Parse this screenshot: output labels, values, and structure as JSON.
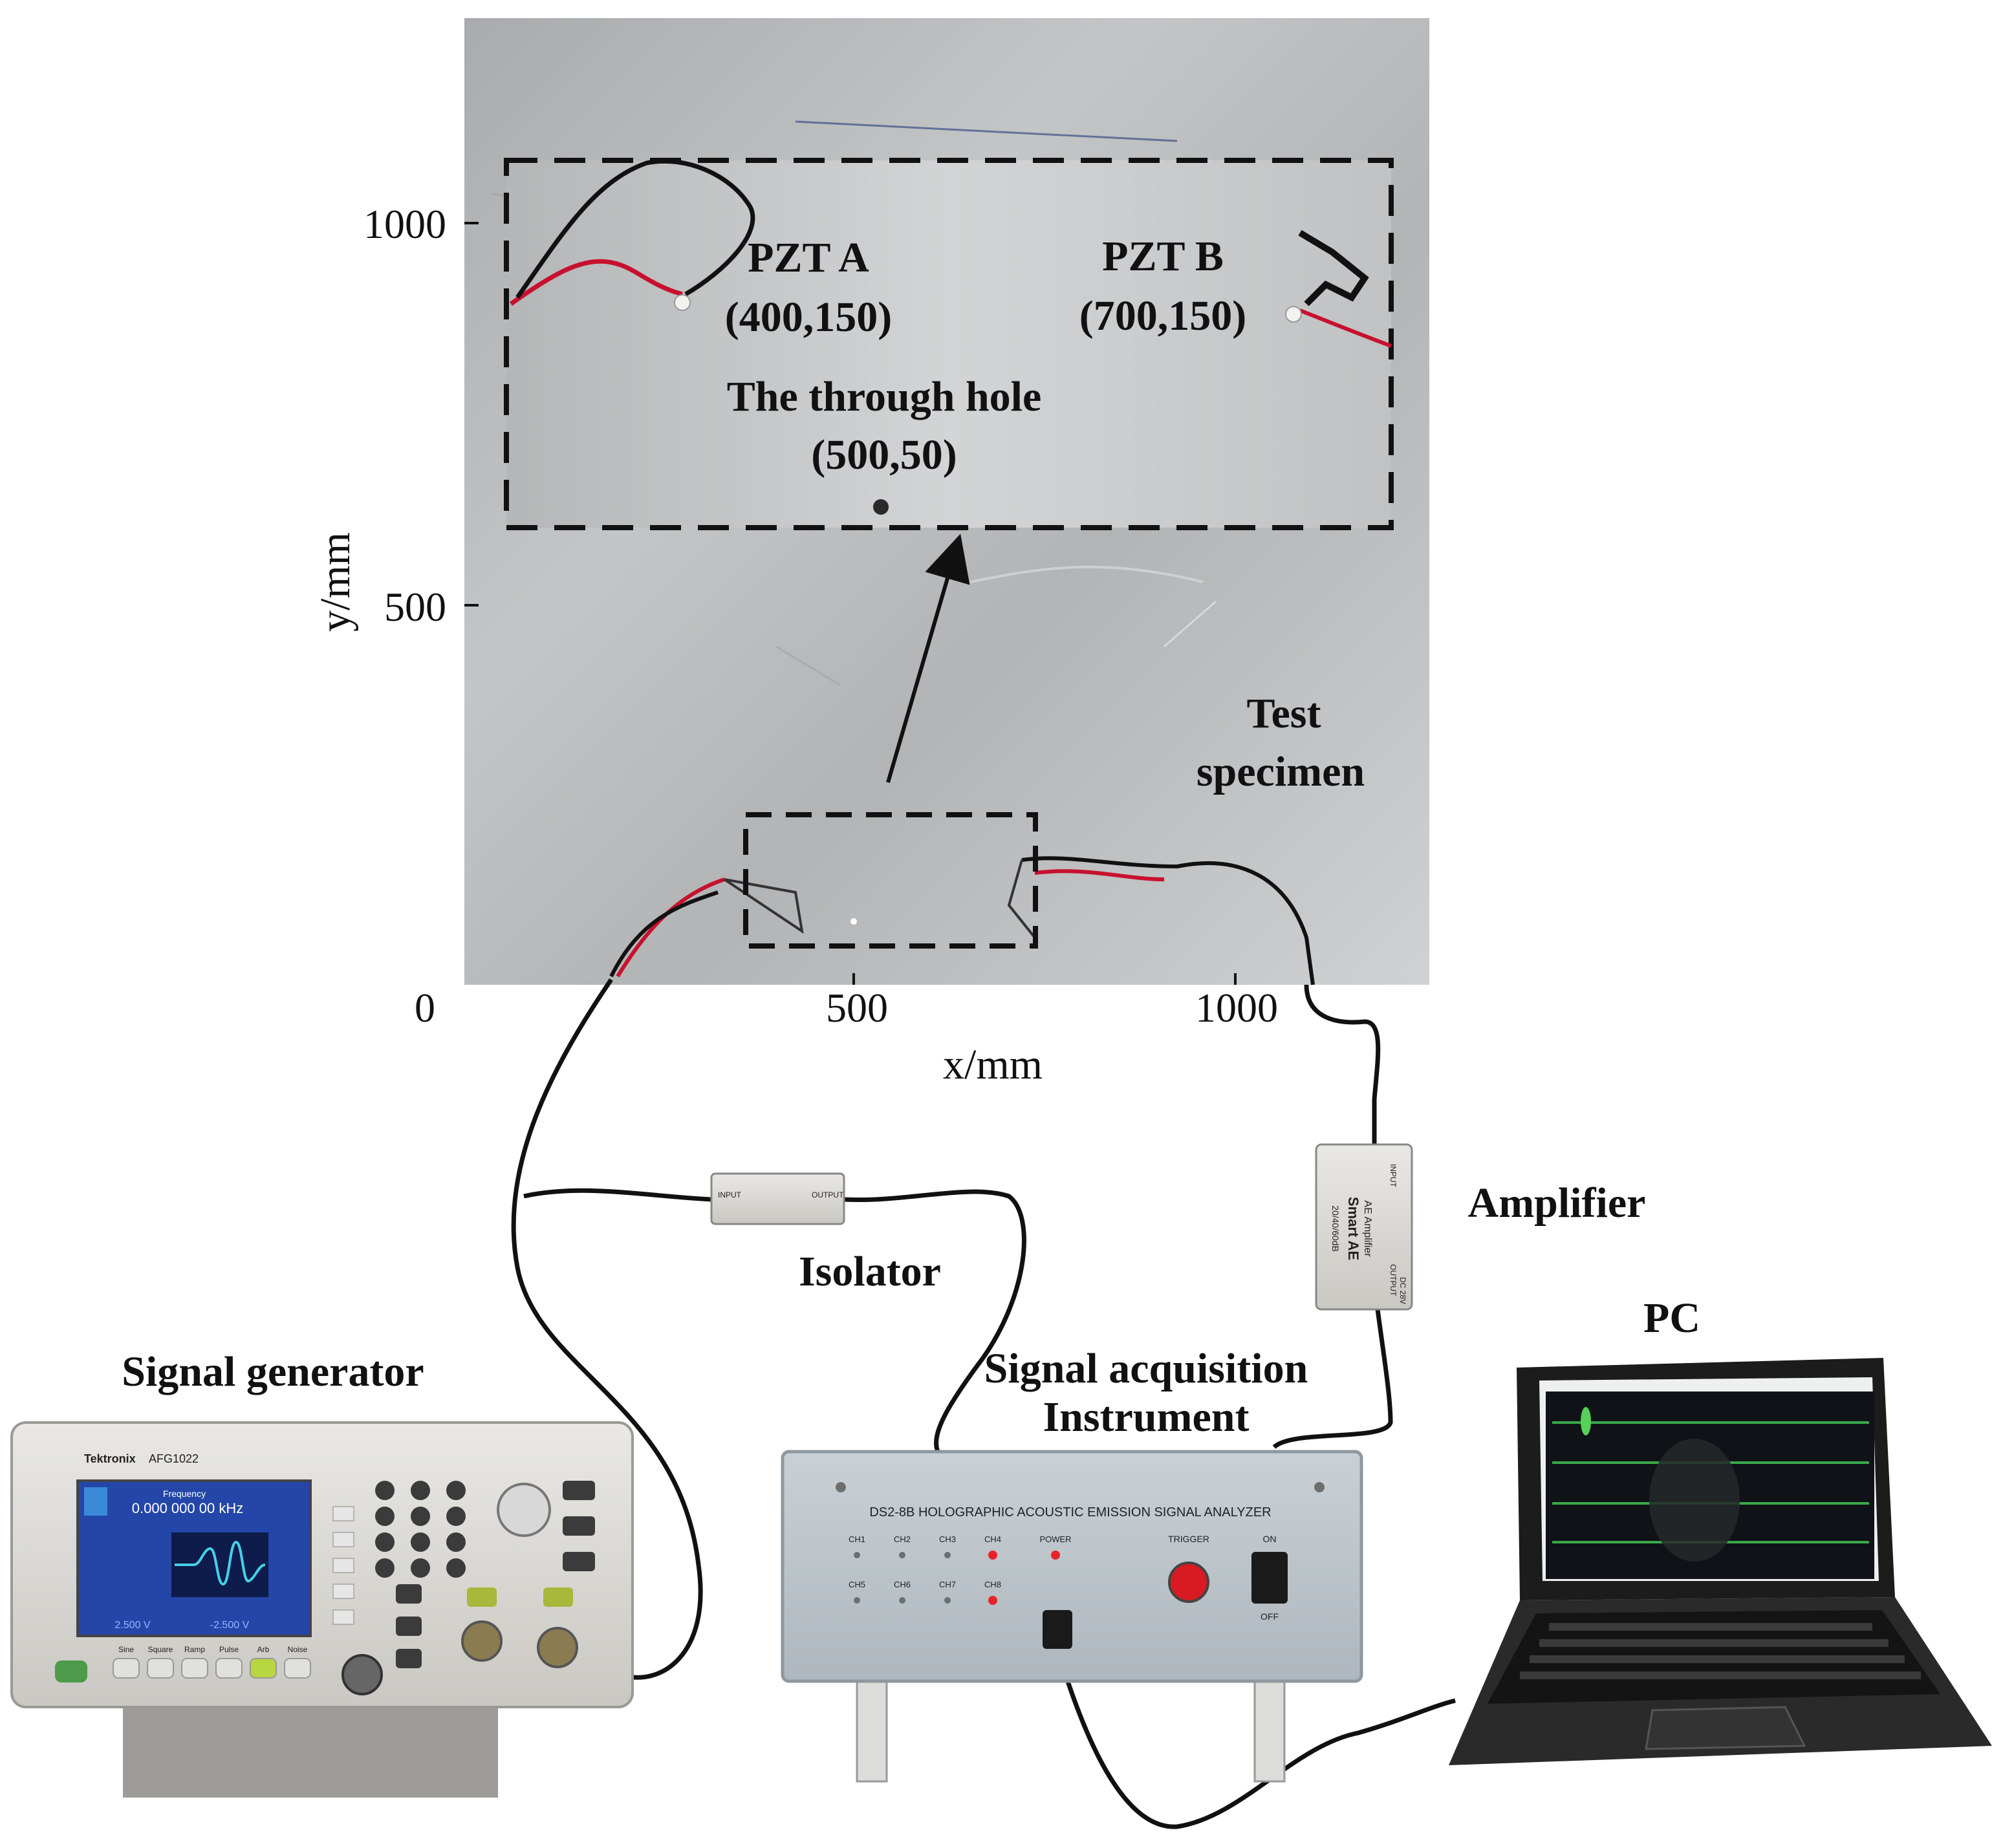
{
  "axes": {
    "x_label": "x/mm",
    "y_label": "y/mm",
    "x_ticks": [
      "0",
      "500",
      "1000"
    ],
    "y_ticks": [
      "500",
      "1000"
    ]
  },
  "labels": {
    "pzt_a": "PZT A",
    "pzt_a_coord": "(400,150)",
    "pzt_b": "PZT B",
    "pzt_b_coord": "(700,150)",
    "hole": "The through hole",
    "hole_coord": "(500,50)",
    "specimen_line1": "Test",
    "specimen_line2": "specimen",
    "isolator": "Isolator",
    "amplifier": "Amplifier",
    "signal_generator": "Signal generator",
    "acquisition_line1": "Signal acquisition",
    "acquisition_line2": "Instrument",
    "pc": "PC"
  },
  "devices": {
    "generator": {
      "brand": "Tektronix",
      "model": "AFG1022",
      "readout": "0.000 000 00 kHz",
      "readout_title": "Frequency",
      "high_level": "2.500 V",
      "low_level": "-2.500 V",
      "buttons": [
        "Sine",
        "Square",
        "Ramp",
        "Pulse",
        "Arb",
        "Noise"
      ]
    },
    "analyzer": {
      "title": "DS2-8B HOLOGRAPHIC ACOUSTIC EMISSION SIGNAL ANALYZER",
      "channels_top": [
        "CH1",
        "CH2",
        "CH3",
        "CH4"
      ],
      "channels_bottom": [
        "CH5",
        "CH6",
        "CH7",
        "CH8"
      ],
      "power": "POWER",
      "trigger": "TRIGGER",
      "switch_on": "ON",
      "switch_off": "OFF"
    },
    "amplifier_box": {
      "line1": "AE Amplifier",
      "line2": "Smart AE",
      "line3": "20/40/60dB",
      "input": "INPUT",
      "output": "OUTPUT",
      "dc": "DC 28V"
    },
    "isolator_box": {
      "input": "INPUT",
      "output": "OUTPUT"
    }
  },
  "colors": {
    "plate": "#b9bbbc",
    "dash_box": "#111111",
    "cable": "#111111",
    "red_wire": "#c8102e",
    "led": "#e8222b",
    "screen_trace": "#3aa84a"
  }
}
